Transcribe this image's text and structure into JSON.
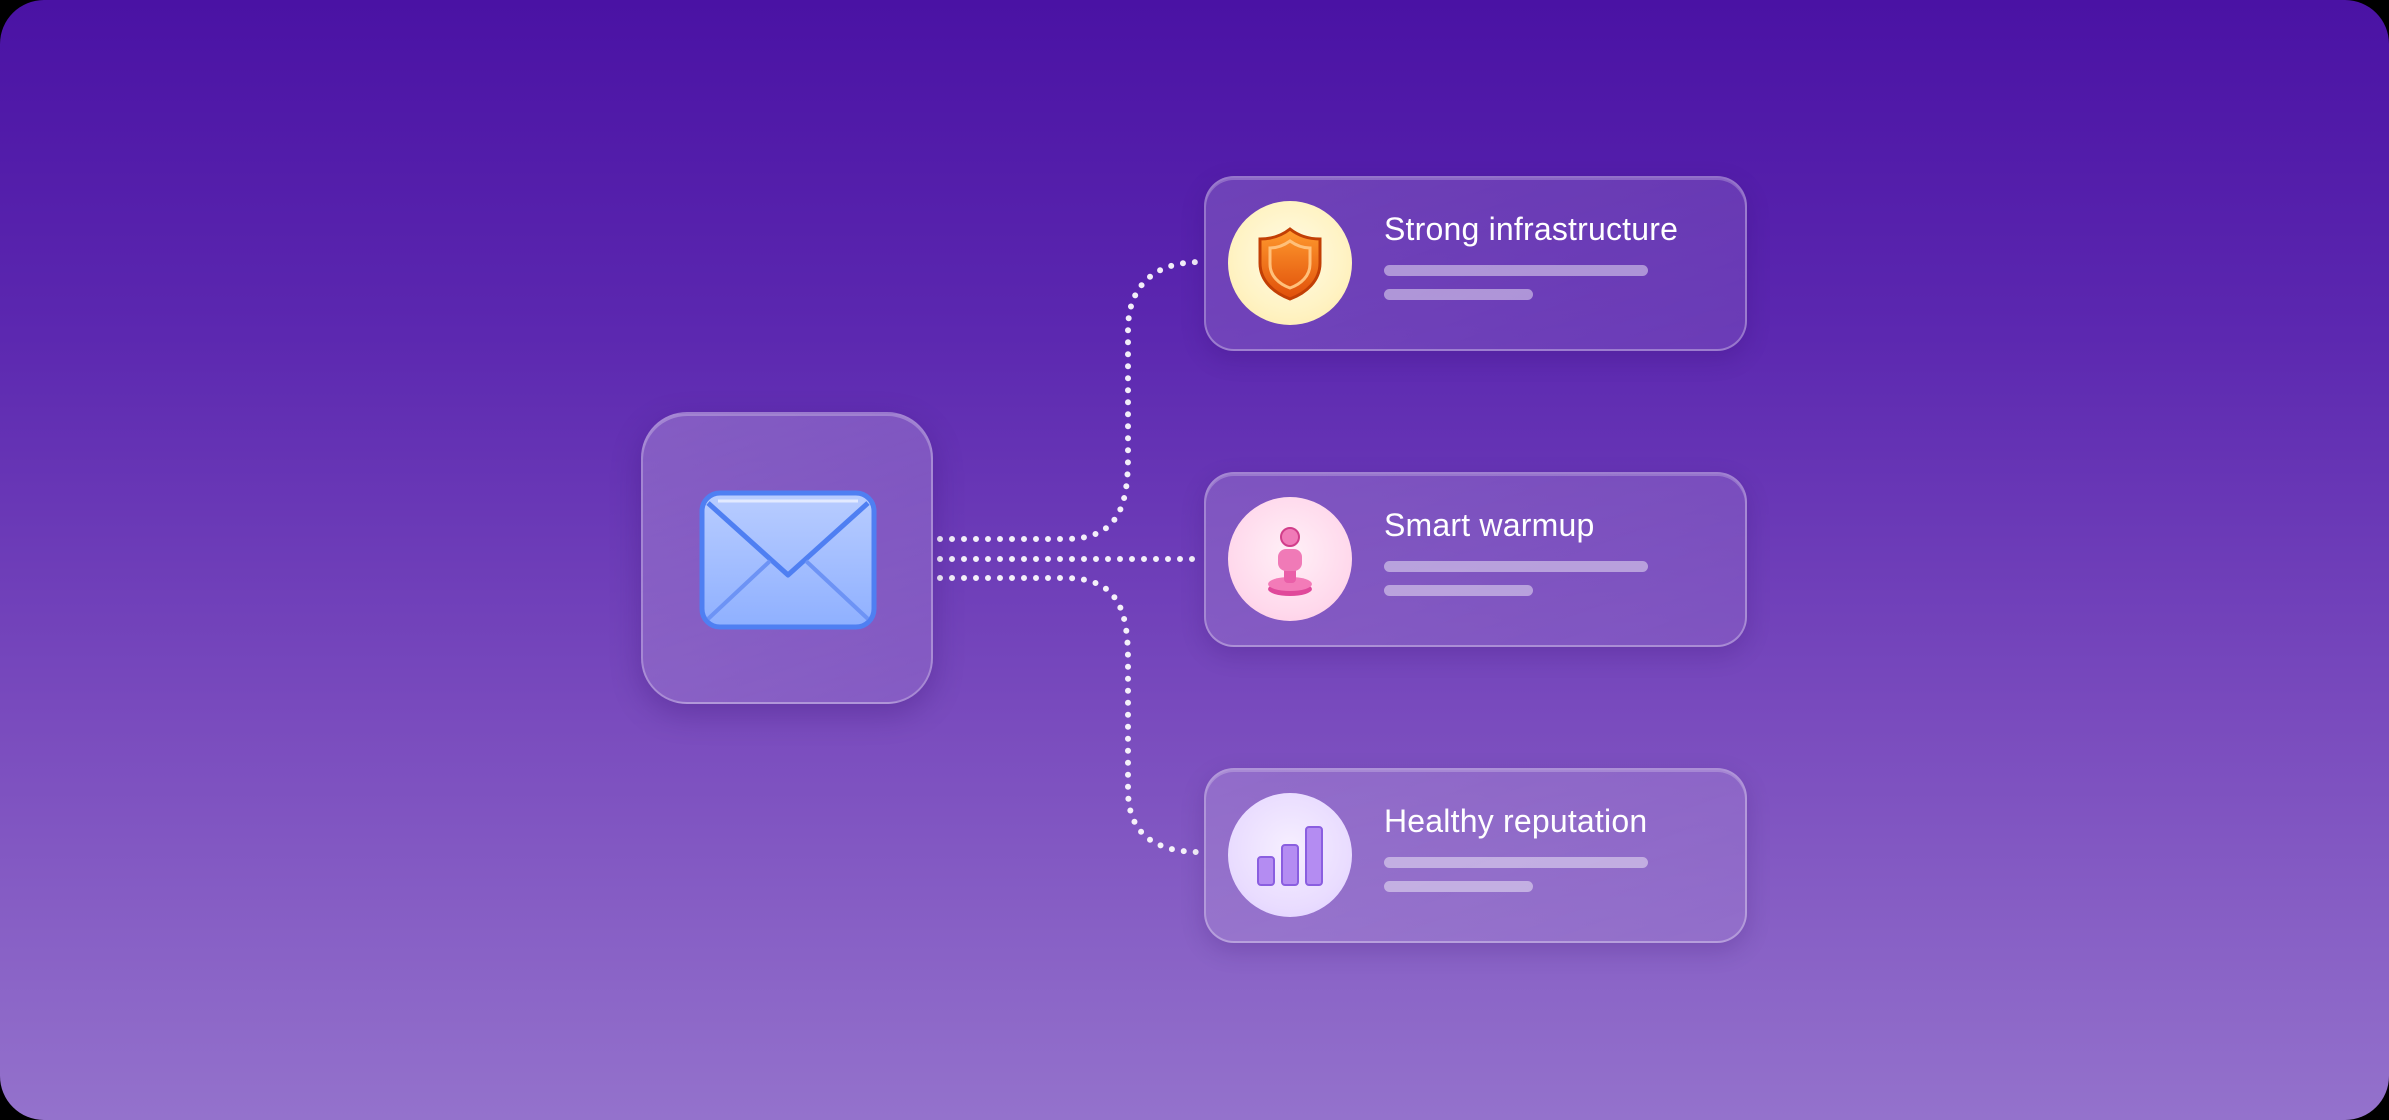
{
  "nodes": [
    {
      "id": "infrastructure",
      "label": "Strong infrastructure",
      "icon": "shield-icon"
    },
    {
      "id": "warmup",
      "label": "Smart warmup",
      "icon": "person-on-pedestal-icon"
    },
    {
      "id": "reputation",
      "label": "Healthy reputation",
      "icon": "bar-chart-icon"
    }
  ],
  "hub": {
    "icon": "envelope-icon"
  },
  "colors": {
    "background_top": "#4a12a4",
    "background_bottom": "#9472cc",
    "shield": "#f26b0f",
    "person": "#e0489a",
    "bars": "#9a6ae8",
    "envelope": "#7fa6ff"
  }
}
